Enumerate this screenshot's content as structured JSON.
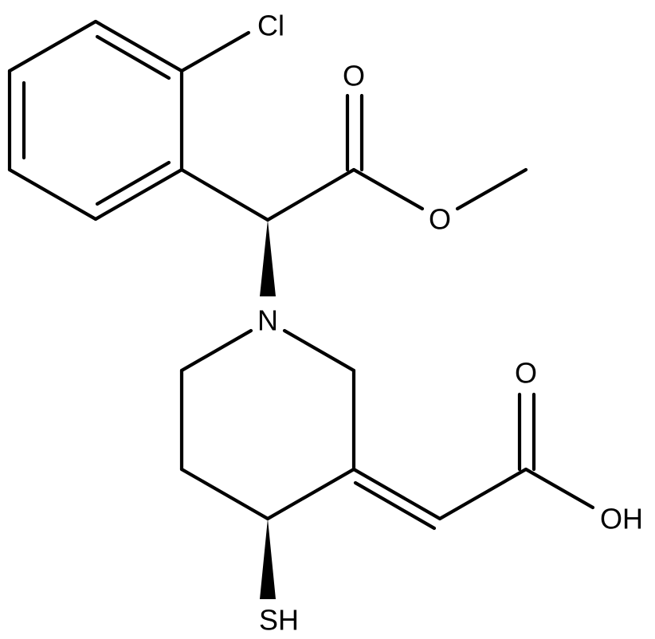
{
  "labels": {
    "chlorine": "Cl",
    "ester_carbonyl_oxygen": "O",
    "ester_ether_oxygen": "O",
    "nitrogen": "N",
    "acid_carbonyl_oxygen": "O",
    "hydroxyl": "OH",
    "thiol": "SH"
  },
  "colors": {
    "ink": "#000000",
    "background": "#ffffff"
  }
}
